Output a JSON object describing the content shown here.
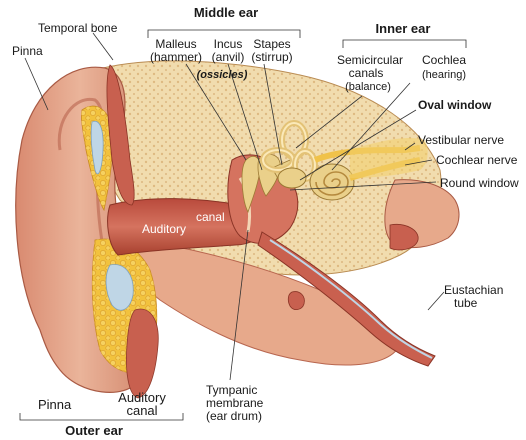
{
  "labels": {
    "middle_ear": "Middle ear",
    "inner_ear": "Inner ear",
    "outer_ear": "Outer ear",
    "temporal_bone": "Temporal bone",
    "pinna_top": "Pinna",
    "malleus": "Malleus",
    "malleus_sub": "(hammer)",
    "incus": "Incus",
    "incus_sub": "(anvil)",
    "ossicles": "(ossicles)",
    "stapes": "Stapes",
    "stapes_sub": "(stirrup)",
    "semicircular_1": "Semicircular",
    "semicircular_2": "canals",
    "semicircular_3": "(balance)",
    "cochlea": "Cochlea",
    "cochlea_sub": "(hearing)",
    "oval_window": "Oval window",
    "vestibular_nerve": "Vestibular nerve",
    "cochlear_nerve": "Cochlear nerve",
    "round_window": "Round window",
    "auditory_canal_inner_1": "Auditory",
    "auditory_canal_inner_2": "canal",
    "eustachian_1": "Eustachian",
    "eustachian_2": "tube",
    "tympanic_1": "Tympanic",
    "tympanic_2": "membrane",
    "tympanic_3": "(ear drum)",
    "pinna_bottom": "Pinna",
    "auditory_canal_bottom_1": "Auditory",
    "auditory_canal_bottom_2": "canal"
  },
  "colors": {
    "skin": "#e7a98b",
    "skin_dark": "#c9745e",
    "canal": "#c8604f",
    "bone": "#f1dcae",
    "bone_dots": "#d8b47c",
    "fat": "#f2c23d",
    "cartilage": "#bfd6e6",
    "nerve": "#f0c24a",
    "ossicle": "#ead08a",
    "leader_line": "#333333"
  }
}
